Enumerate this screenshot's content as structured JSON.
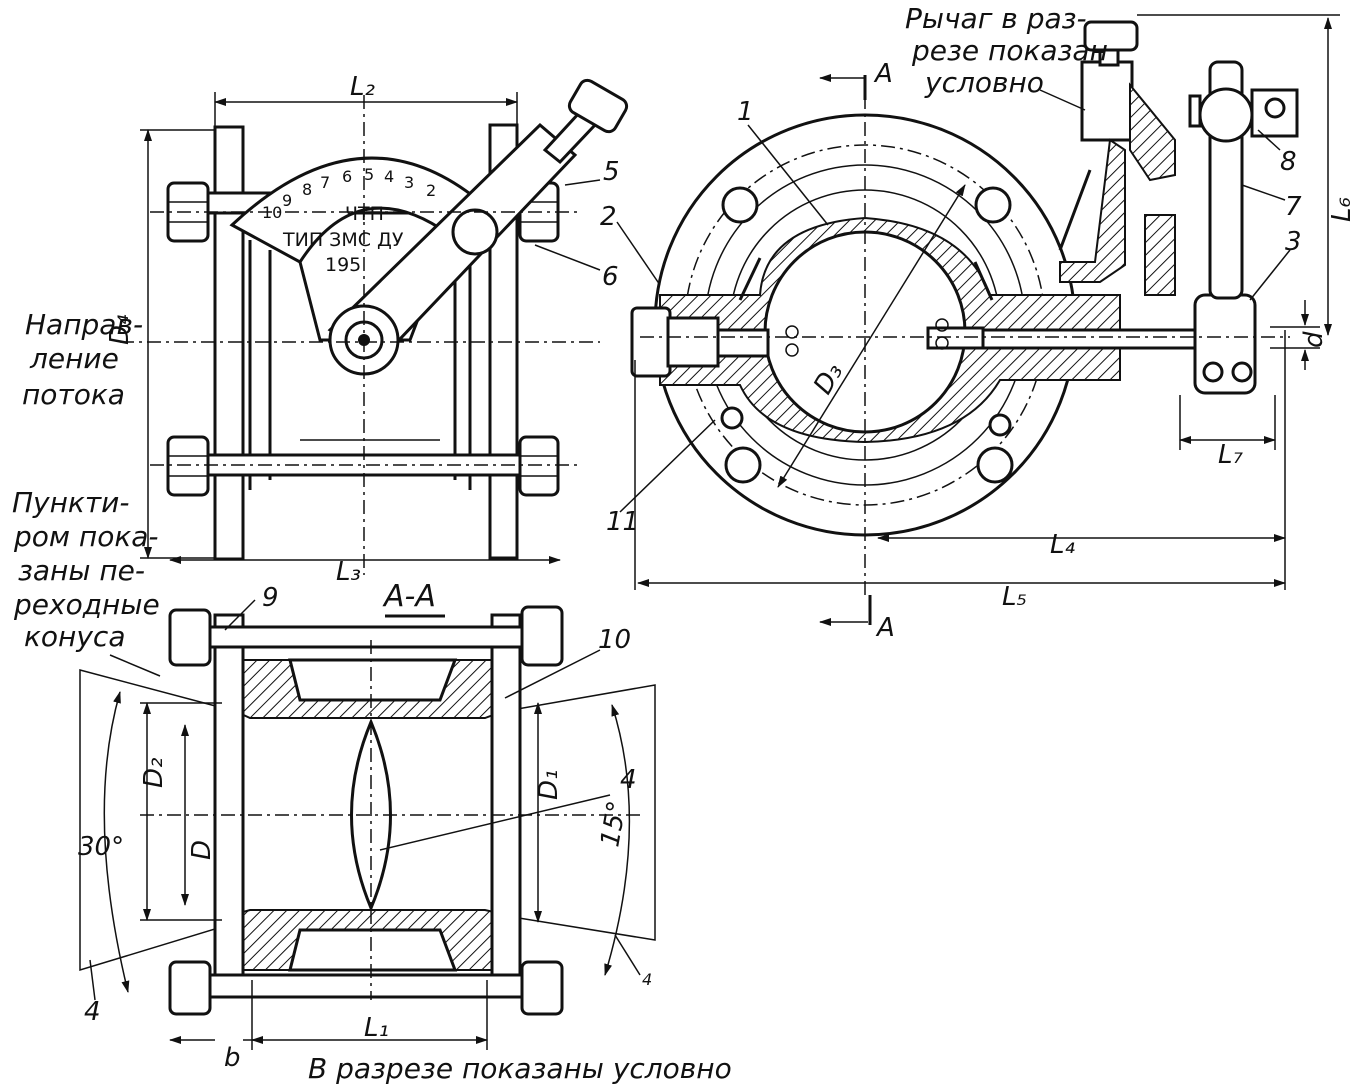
{
  "notes": {
    "flow_dir_l1": "Направ-",
    "flow_dir_l2": "ление",
    "flow_dir_l3": "потока",
    "cones_l1": "Пункти-",
    "cones_l2": "ром пока-",
    "cones_l3": "заны пе-",
    "cones_l4": "реходные",
    "cones_l5": "конуса",
    "lever_l1": "Рычаг в раз-",
    "lever_l2": "резе показан",
    "lever_l3": "условно",
    "bottom": "В разрезе показаны условно"
  },
  "section_label": "А-А",
  "section_marks": {
    "top": "А",
    "bottom": "А"
  },
  "nameplate": {
    "l1": "ЧТП",
    "l2": "ТИП ЗМС ДУ",
    "l3": "195"
  },
  "dial_scale": [
    "10",
    "9",
    "8",
    "7",
    "6",
    "5",
    "4",
    "3",
    "2"
  ],
  "dimensions": {
    "L2": "L₂",
    "L3": "L₃",
    "D4": "D₄",
    "L4": "L₄",
    "L5": "L₅",
    "L6": "L₆",
    "L7": "L₇",
    "d": "d",
    "D3": "D₃",
    "D2": "D₂",
    "D": "D",
    "D1": "D₁",
    "L1": "L₁",
    "b": "b",
    "angle_30": "30°",
    "angle_15": "15°"
  },
  "callouts": {
    "c1": "1",
    "c2": "2",
    "c3": "3",
    "c4a": "4",
    "c4b": "4",
    "c4c": "4",
    "c5": "5",
    "c6": "6",
    "c7": "7",
    "c8": "8",
    "c9": "9",
    "c10": "10",
    "c11": "11"
  }
}
